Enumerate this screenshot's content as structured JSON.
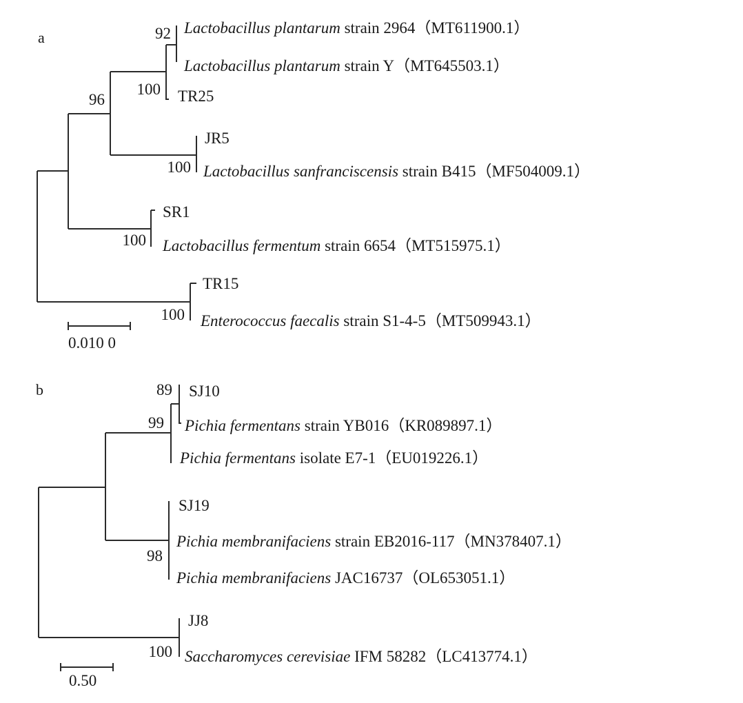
{
  "panel_a": {
    "label": "a",
    "scale": "0.010 0",
    "leaves": [
      {
        "italic": "Lactobacillus plantarum",
        "rest": " strain 2964",
        "acc": "（MT611900.1）"
      },
      {
        "italic": "Lactobacillus plantarum",
        "rest": " strain Y",
        "acc": "（MT645503.1）"
      },
      {
        "italic": "",
        "rest": "TR25",
        "acc": ""
      },
      {
        "italic": "",
        "rest": "JR5",
        "acc": ""
      },
      {
        "italic": "Lactobacillus sanfranciscensis",
        "rest": " strain B415",
        "acc": "（MF504009.1）"
      },
      {
        "italic": "",
        "rest": "SR1",
        "acc": ""
      },
      {
        "italic": "Lactobacillus fermentum",
        "rest": " strain 6654",
        "acc": "（MT515975.1）"
      },
      {
        "italic": "",
        "rest": "TR15",
        "acc": ""
      },
      {
        "italic": "Enterococcus faecalis",
        "rest": " strain S1-4-5",
        "acc": "（MT509943.1）"
      }
    ],
    "bootstrap": [
      "92",
      "100",
      "96",
      "100",
      "100",
      "100"
    ]
  },
  "panel_b": {
    "label": "b",
    "scale": "0.50",
    "leaves": [
      {
        "italic": "",
        "rest": "SJ10",
        "acc": ""
      },
      {
        "italic": "Pichia fermentans",
        "rest": " strain YB016",
        "acc": "（KR089897.1）"
      },
      {
        "italic": "Pichia fermentans",
        "rest": " isolate E7-1",
        "acc": "（EU019226.1）"
      },
      {
        "italic": "",
        "rest": "SJ19",
        "acc": ""
      },
      {
        "italic": "Pichia membranifaciens",
        "rest": " strain EB2016-117",
        "acc": "（MN378407.1）"
      },
      {
        "italic": "Pichia membranifaciens",
        "rest": " JAC16737",
        "acc": "（OL653051.1）"
      },
      {
        "italic": "",
        "rest": "JJ8",
        "acc": ""
      },
      {
        "italic": "Saccharomyces cerevisiae",
        "rest": " IFM 58282",
        "acc": "（LC413774.1）"
      }
    ],
    "bootstrap": [
      "89",
      "99",
      "98",
      "100"
    ]
  }
}
